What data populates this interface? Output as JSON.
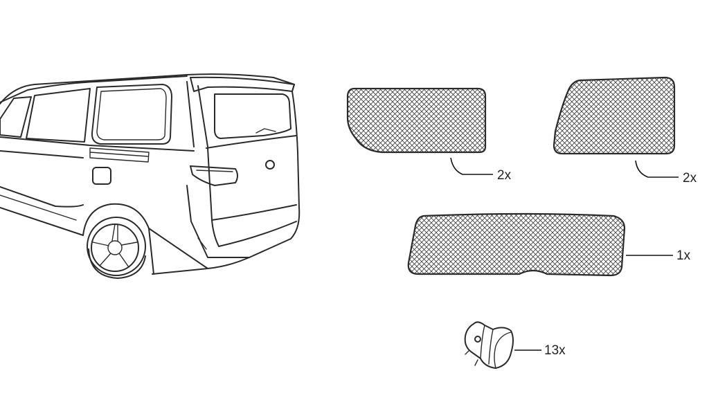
{
  "parts": [
    {
      "id": "side-window-shade-front",
      "qty_label": "2x"
    },
    {
      "id": "side-window-shade-rear",
      "qty_label": "2x"
    },
    {
      "id": "rear-window-shade",
      "qty_label": "1x"
    },
    {
      "id": "mounting-clip",
      "qty_label": "13x"
    }
  ],
  "colors": {
    "line": "#2a2a2a",
    "mesh_background": "#ffffff",
    "mesh_line": "#3a3a3a"
  }
}
